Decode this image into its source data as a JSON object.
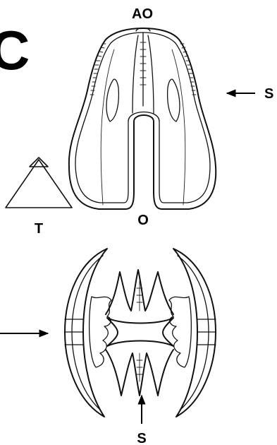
{
  "panel_letter": "C",
  "labels": {
    "aboral": "AO",
    "oral": "O",
    "tentacular": "T",
    "stomodeal_top": "S",
    "stomodeal_bottom": "S"
  }
}
